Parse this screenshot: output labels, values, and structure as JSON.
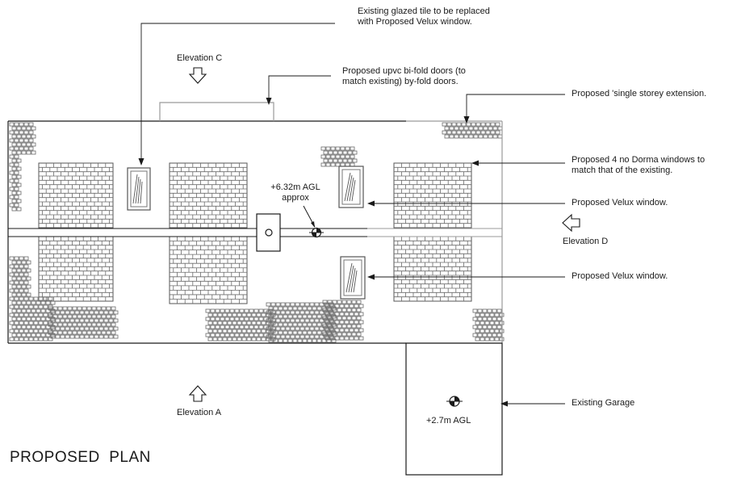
{
  "title": "PROPOSED  PLAN",
  "elevations": {
    "a": "Elevation A",
    "c": "Elevation C",
    "d": "Elevation D"
  },
  "levels": {
    "ridge_line1": "+6.32m AGL",
    "ridge_line2": "approx",
    "garage": "+2.7m AGL"
  },
  "annotations": {
    "glazed_tile_line1": "Existing glazed tile to be replaced",
    "glazed_tile_line2": "with Proposed Velux window.",
    "bifold_line1": "Proposed upvc bi-fold doors (to",
    "bifold_line2": "match existing) by-fold doors.",
    "extension": "Proposed 'single storey extension.",
    "dorma_line1": "Proposed 4 no Dorma windows to",
    "dorma_line2": "match that of the existing.",
    "velux_upper": "Proposed Velux window.",
    "velux_lower": "Proposed Velux window.",
    "garage": "Existing Garage"
  },
  "colors": {
    "line": "#1a1a1a",
    "tile": "#666666",
    "light": "#9a9a9a"
  }
}
